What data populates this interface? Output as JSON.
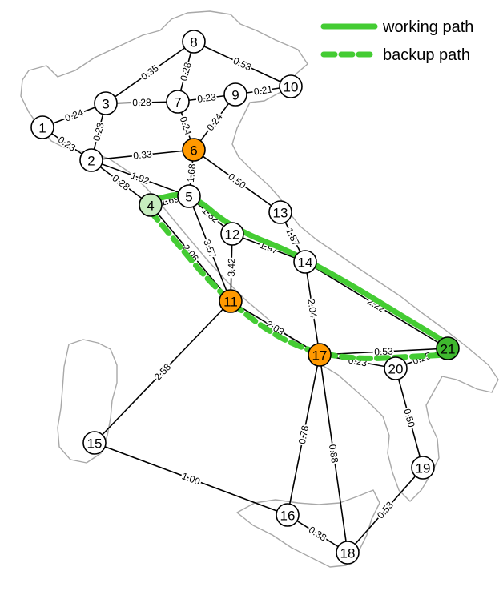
{
  "legend": {
    "working_label": "working path",
    "backup_label": "backup path"
  },
  "colors": {
    "path": "#44cc33",
    "node_fill": "#ffffff",
    "node_highlight": "#ff9900",
    "node_endpoint_src": "#c7edbf",
    "node_endpoint_dst": "#3fb82e",
    "map_outline": "#a8a8a8",
    "edge": "#000000"
  },
  "nodes": [
    {
      "id": "1",
      "state": "normal"
    },
    {
      "id": "2",
      "state": "normal"
    },
    {
      "id": "3",
      "state": "normal"
    },
    {
      "id": "4",
      "state": "source"
    },
    {
      "id": "5",
      "state": "normal"
    },
    {
      "id": "6",
      "state": "highlight"
    },
    {
      "id": "7",
      "state": "normal"
    },
    {
      "id": "8",
      "state": "normal"
    },
    {
      "id": "9",
      "state": "normal"
    },
    {
      "id": "10",
      "state": "normal"
    },
    {
      "id": "11",
      "state": "highlight"
    },
    {
      "id": "12",
      "state": "normal"
    },
    {
      "id": "13",
      "state": "normal"
    },
    {
      "id": "14",
      "state": "normal"
    },
    {
      "id": "15",
      "state": "normal"
    },
    {
      "id": "16",
      "state": "normal"
    },
    {
      "id": "17",
      "state": "highlight"
    },
    {
      "id": "18",
      "state": "normal"
    },
    {
      "id": "19",
      "state": "normal"
    },
    {
      "id": "20",
      "state": "normal"
    },
    {
      "id": "21",
      "state": "destination"
    }
  ],
  "edges": [
    {
      "a": "1",
      "b": "3",
      "label": "0.24"
    },
    {
      "a": "1",
      "b": "2",
      "label": "0.23"
    },
    {
      "a": "3",
      "b": "2",
      "label": "0.23"
    },
    {
      "a": "3",
      "b": "8",
      "label": "0.35"
    },
    {
      "a": "3",
      "b": "7",
      "label": "0.28"
    },
    {
      "a": "8",
      "b": "7",
      "label": "0.28"
    },
    {
      "a": "8",
      "b": "10",
      "label": "0.53"
    },
    {
      "a": "7",
      "b": "9",
      "label": "0.23"
    },
    {
      "a": "9",
      "b": "10",
      "label": "0.21"
    },
    {
      "a": "7",
      "b": "6",
      "label": "0.24"
    },
    {
      "a": "9",
      "b": "6",
      "label": "0.24"
    },
    {
      "a": "2",
      "b": "6",
      "label": "0.33"
    },
    {
      "a": "2",
      "b": "4",
      "label": "0.28"
    },
    {
      "a": "2",
      "b": "5",
      "label": "1.92"
    },
    {
      "a": "6",
      "b": "5",
      "label": "1.68"
    },
    {
      "a": "6",
      "b": "13",
      "label": "0.50"
    },
    {
      "a": "4",
      "b": "5",
      "label": "1.69"
    },
    {
      "a": "5",
      "b": "12",
      "label": "1.82"
    },
    {
      "a": "5",
      "b": "11",
      "label": "3.57"
    },
    {
      "a": "4",
      "b": "11",
      "label": "2.06"
    },
    {
      "a": "12",
      "b": "11",
      "label": "3.42"
    },
    {
      "a": "12",
      "b": "14",
      "label": "1.97"
    },
    {
      "a": "13",
      "b": "14",
      "label": "1.87"
    },
    {
      "a": "14",
      "b": "17",
      "label": "2.04"
    },
    {
      "a": "14",
      "b": "21",
      "label": "2.22"
    },
    {
      "a": "11",
      "b": "17",
      "label": "2.03"
    },
    {
      "a": "11",
      "b": "15",
      "label": "2.58"
    },
    {
      "a": "17",
      "b": "21",
      "label": "0.53"
    },
    {
      "a": "17",
      "b": "20",
      "label": "0.23"
    },
    {
      "a": "20",
      "b": "21",
      "label": "0.25"
    },
    {
      "a": "20",
      "b": "19",
      "label": "0.50"
    },
    {
      "a": "17",
      "b": "16",
      "label": "0.78"
    },
    {
      "a": "17",
      "b": "18",
      "label": "0.88"
    },
    {
      "a": "15",
      "b": "16",
      "label": "1.00"
    },
    {
      "a": "16",
      "b": "18",
      "label": "0.38"
    },
    {
      "a": "18",
      "b": "19",
      "label": "0.53"
    }
  ],
  "working_path": [
    "4",
    "5",
    "12",
    "14",
    "21"
  ],
  "backup_path": [
    "4",
    "11",
    "17",
    "21"
  ]
}
